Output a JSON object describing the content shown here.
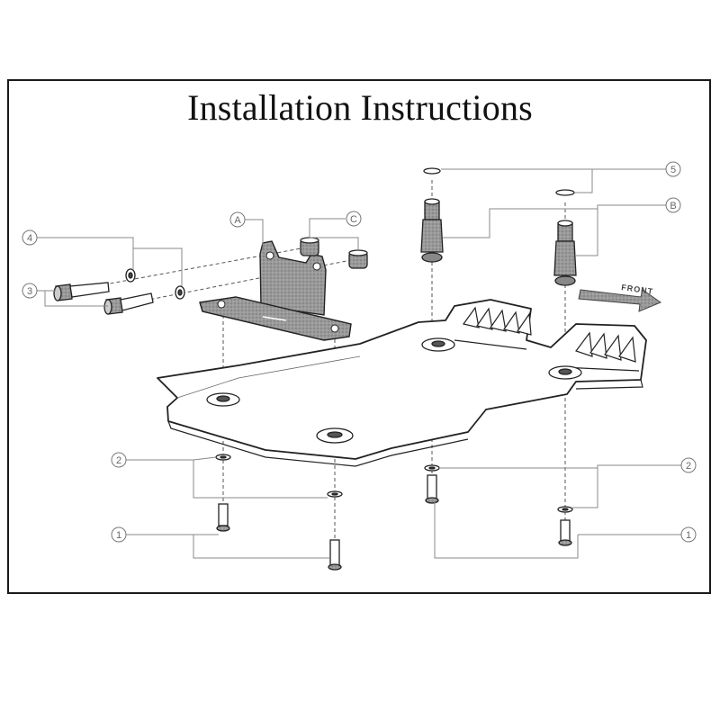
{
  "title": "Installation Instructions",
  "callouts": {
    "one": "1",
    "two": "2",
    "three": "3",
    "four": "4",
    "five": "5",
    "a": "A",
    "b": "B",
    "c": "C"
  },
  "front_label": "FRONT",
  "colors": {
    "line": "#222222",
    "leader": "#888888",
    "part_fill": "#8a8a8a",
    "plate_fill": "#ffffff"
  }
}
